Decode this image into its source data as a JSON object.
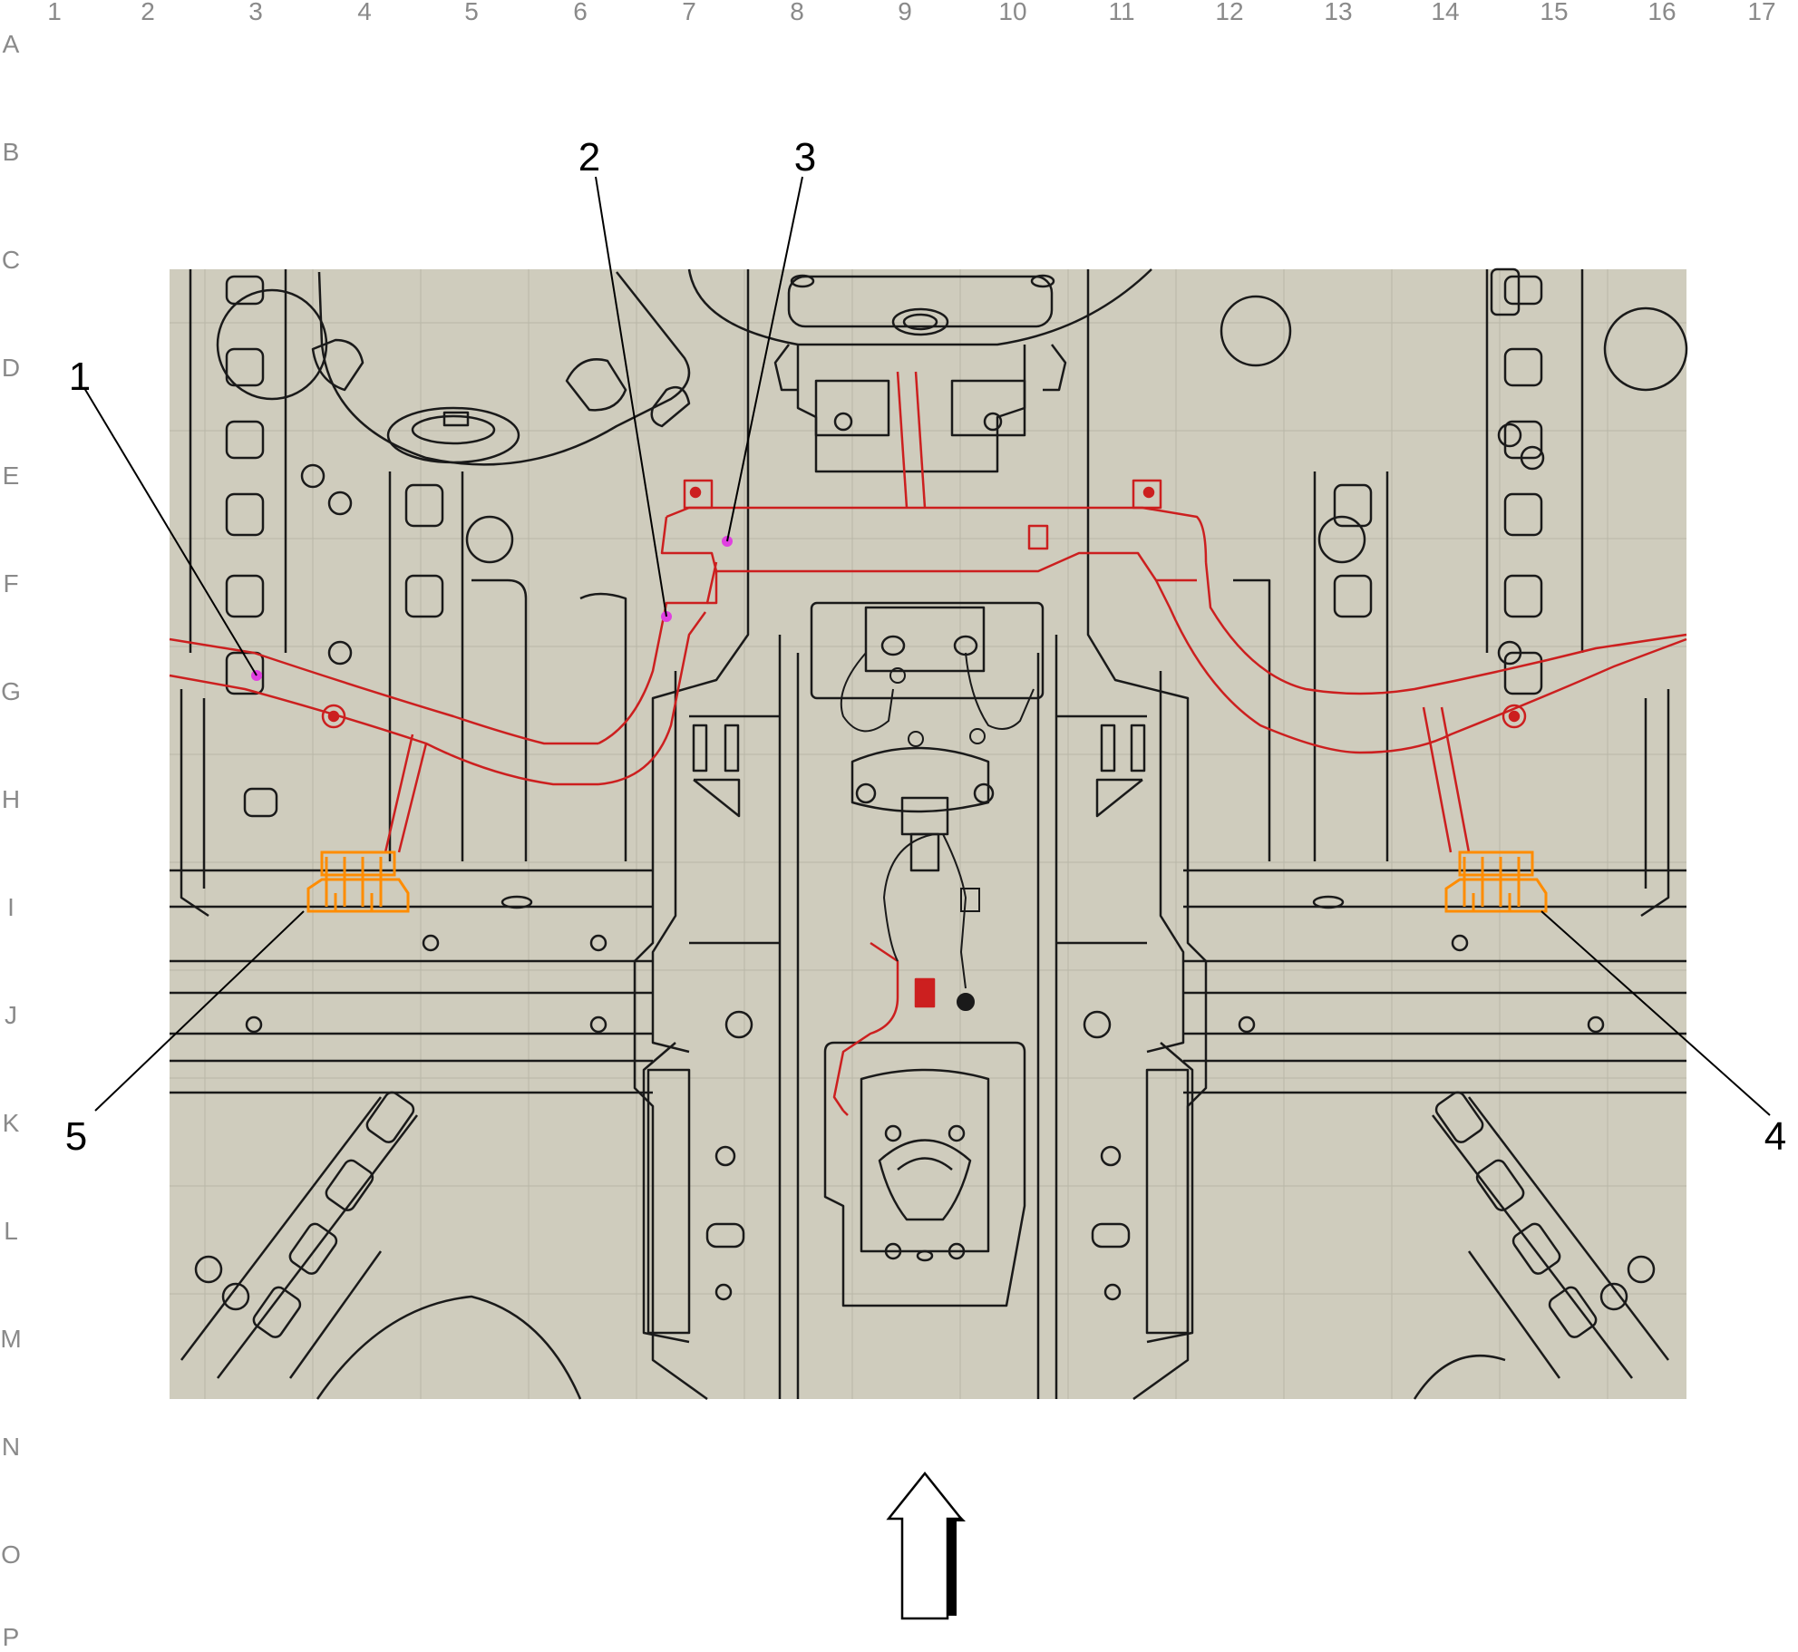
{
  "grid": {
    "columns": [
      "1",
      "2",
      "3",
      "4",
      "5",
      "6",
      "7",
      "8",
      "9",
      "10",
      "11",
      "12",
      "13",
      "14",
      "15",
      "16",
      "17"
    ],
    "rows": [
      "A",
      "B",
      "C",
      "D",
      "E",
      "F",
      "G",
      "H",
      "I",
      "J",
      "K",
      "L",
      "M",
      "N",
      "O",
      "P"
    ]
  },
  "callouts": [
    {
      "id": "1",
      "label": "1"
    },
    {
      "id": "2",
      "label": "2"
    },
    {
      "id": "3",
      "label": "3"
    },
    {
      "id": "4",
      "label": "4"
    },
    {
      "id": "5",
      "label": "5"
    }
  ],
  "colors": {
    "panel": "#cfccbd",
    "line": "#1a1a1a",
    "harness": "#cc1f1f",
    "connector": "#ff8c00",
    "marker": "#e040e0",
    "grid": "#b9b6a8",
    "gridtext": "#8a8a8a"
  },
  "icons": {
    "direction": "up-arrow-icon",
    "harness": "wiring-harness",
    "connector": "electrical-connector-icon"
  }
}
